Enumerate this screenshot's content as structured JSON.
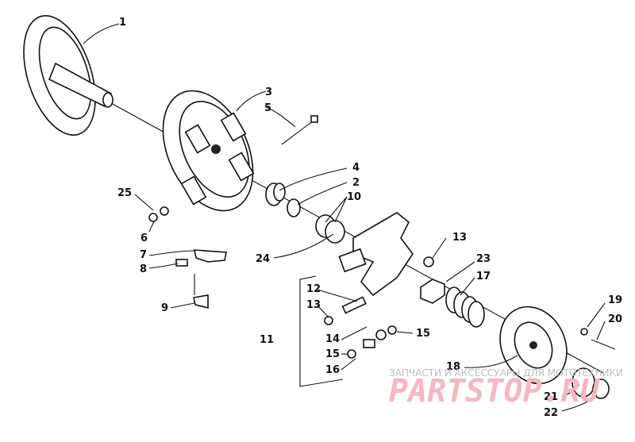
{
  "callouts": {
    "c1": "1",
    "c2": "2",
    "c3": "3",
    "c4": "4",
    "c5": "5",
    "c6": "6",
    "c7": "7",
    "c8": "8",
    "c9": "9",
    "c10": "10",
    "c11": "11",
    "c12": "12",
    "c13a": "13",
    "c13b": "13",
    "c14": "14",
    "c15a": "15",
    "c15b": "15",
    "c16": "16",
    "c17": "17",
    "c18": "18",
    "c19": "19",
    "c20": "20",
    "c21": "21",
    "c22": "22",
    "c23": "23",
    "c24": "24",
    "c25": "25"
  },
  "watermark": {
    "tagline": "ЗАПЧАСТИ И АКСЕССУАРЫ ДЛЯ МОТОТЕХНИКИ",
    "logo": "PARTSTOP.RU"
  },
  "colors": {
    "ink": "#111111",
    "watermark_logo": "#f4b7c2",
    "watermark_text": "#bdbdbd"
  }
}
